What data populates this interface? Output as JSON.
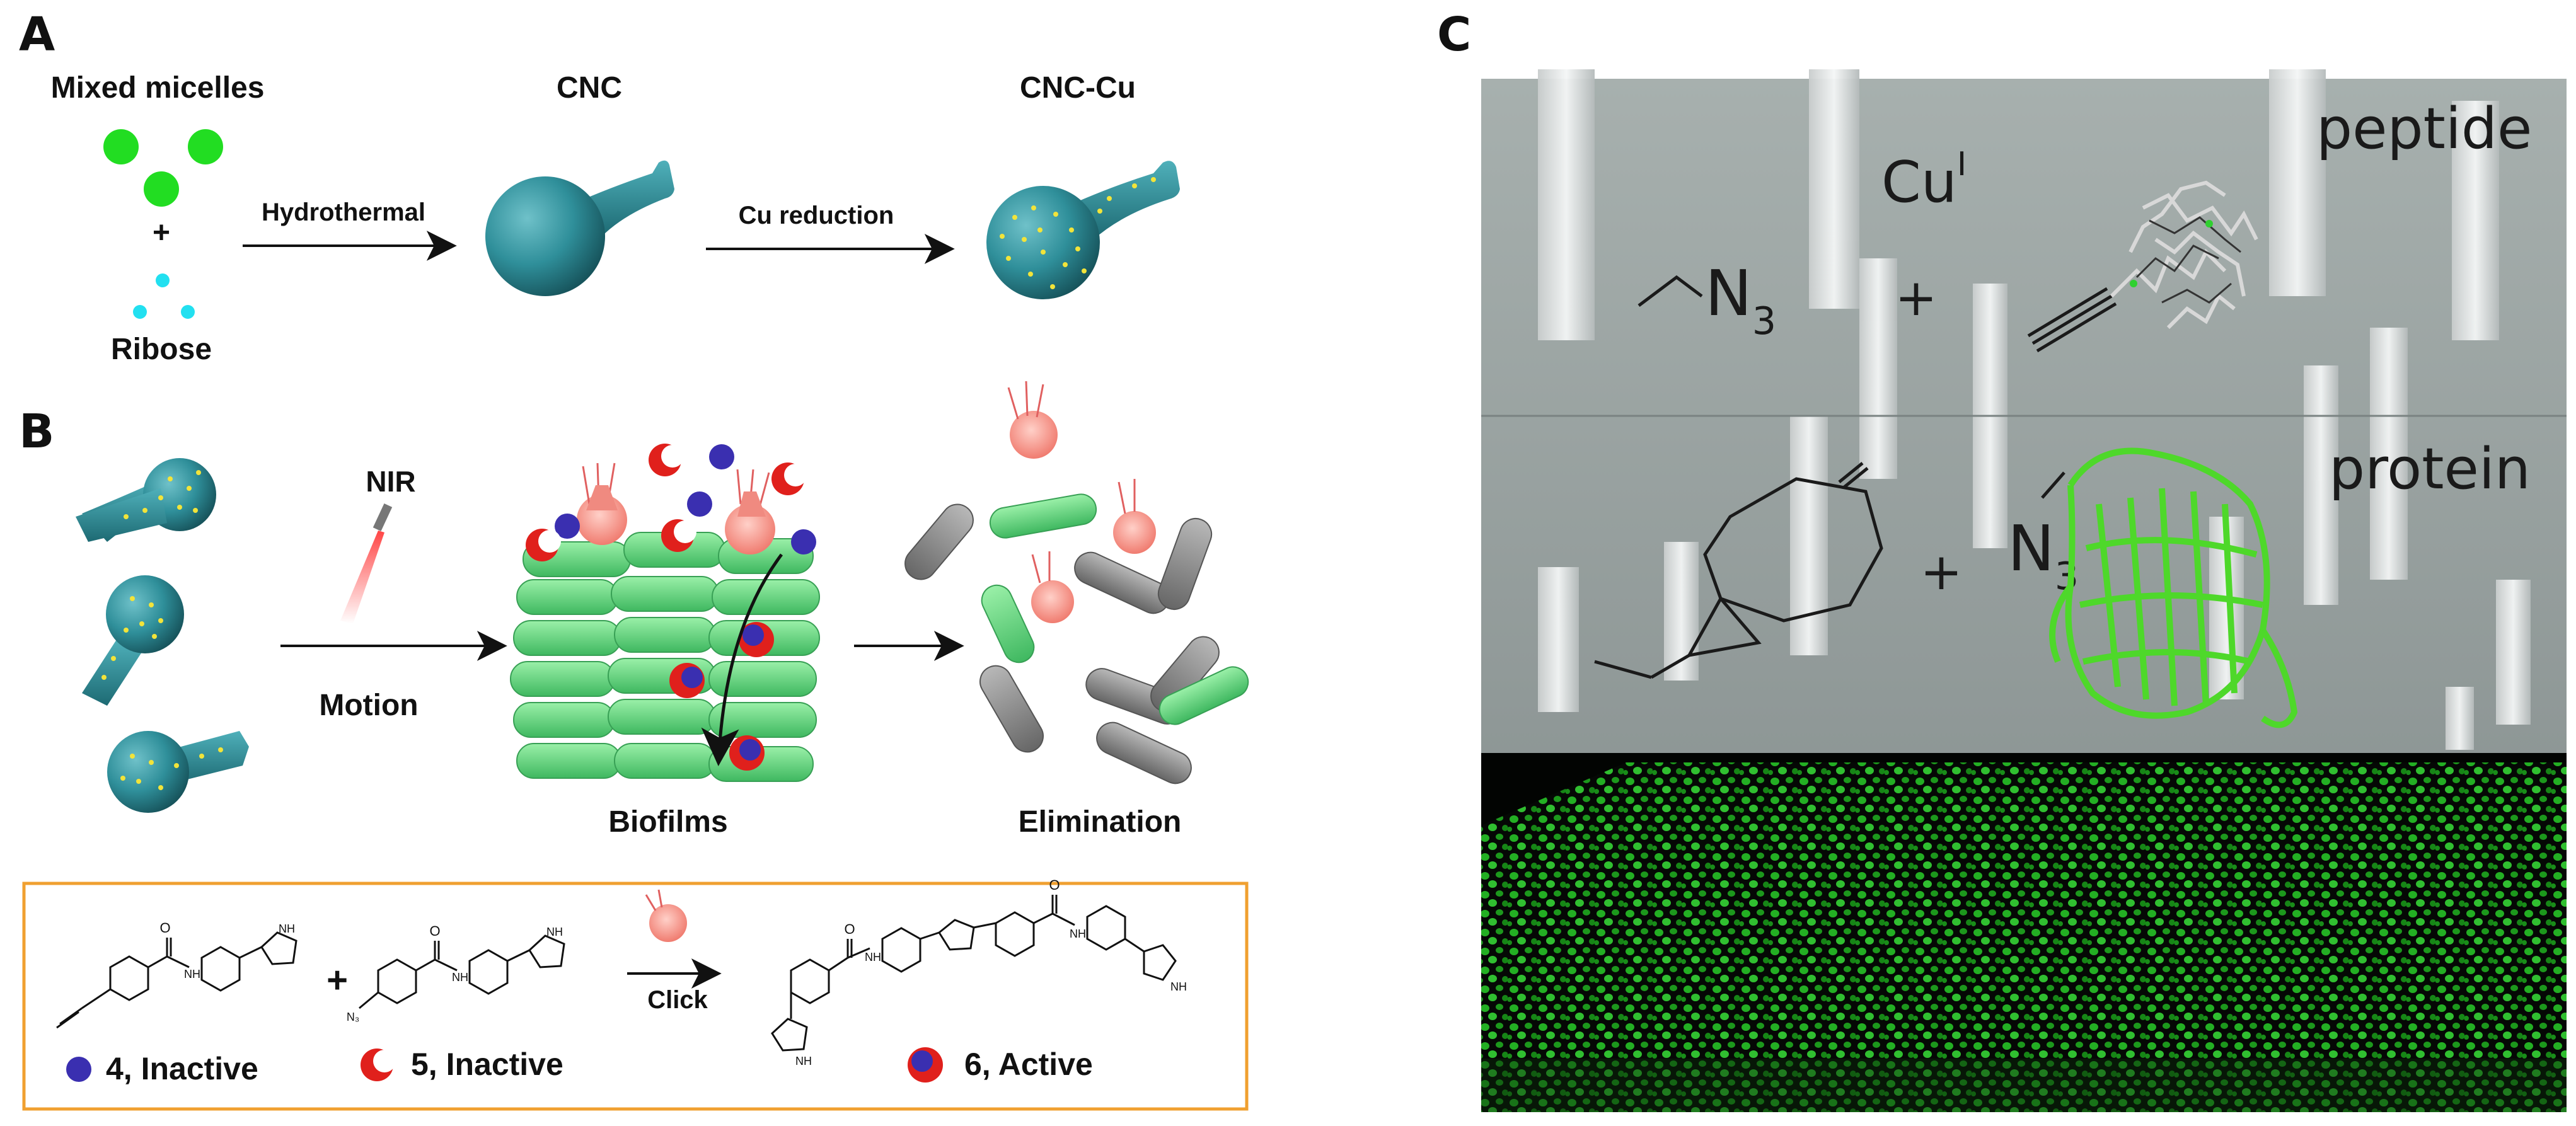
{
  "panel_a": {
    "letter": "A",
    "mixed_micelles": "Mixed micelles",
    "plus": "+",
    "ribose": "Ribose",
    "hydrothermal": "Hydrothermal",
    "cnc": "CNC",
    "cu_reduction": "Cu reduction",
    "cnc_cu": "CNC-Cu"
  },
  "panel_b": {
    "letter": "B",
    "nir": "NIR",
    "motion": "Motion",
    "biofilms": "Biofilms",
    "elimination": "Elimination"
  },
  "reaction_box": {
    "plus": "+",
    "click": "Click",
    "compound_4": "4, Inactive",
    "compound_5": "5, Inactive",
    "compound_6": "6, Active",
    "atom_o": "O",
    "atom_n": "N",
    "atom_h": "H",
    "atom_nh": "NH",
    "atom_n3": "N₃"
  },
  "panel_c": {
    "letter": "C",
    "cu": "Cu",
    "cu_superscript": "I",
    "peptide": "peptide",
    "protein": "protein",
    "n3_top": "N",
    "n3_top_sub": "3",
    "n3_bottom": "N",
    "n3_bottom_sub": "3",
    "plus_top": "+",
    "plus_bottom": "+"
  },
  "colors": {
    "teal": "#2f8f9a",
    "green_micelle": "#22dd22",
    "cyan_ribose": "#22e0f0",
    "biofilm_green": "#6fd98a",
    "dead_gray": "#8a8a8a",
    "inactive_blue": "#3a2fb0",
    "inactive_red": "#e0201c",
    "box_orange": "#f0a030",
    "sem_gray": "#9aa4a4",
    "confocal_green": "#2cb82c"
  }
}
